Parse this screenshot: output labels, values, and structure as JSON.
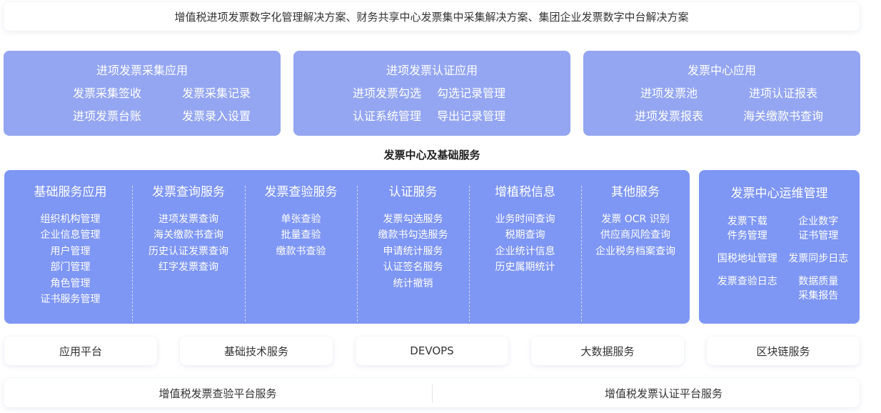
{
  "header": {
    "text": "增值税进项发票数字化管理解决方案、财务共享中心发票集中采集解决方案、集团企业发票数字中台解决方案"
  },
  "top_panels": [
    {
      "title": "进项发票采集应用",
      "items": [
        "发票采集签收",
        "发票采集记录",
        "进项发票台账",
        "发票录入设置"
      ]
    },
    {
      "title": "进项发票认证应用",
      "items": [
        "进项发票勾选",
        "勾选记录管理",
        "认证系统管理",
        "导出记录管理"
      ]
    },
    {
      "title": "发票中心应用",
      "items": [
        "进项发票池",
        "进项认证报表",
        "进项发票报表",
        "海关缴款书查询"
      ]
    }
  ],
  "section_title": "发票中心及基础服务",
  "services": [
    {
      "title": "基础服务应用",
      "items": [
        "组织机构管理",
        "企业信息管理",
        "用户管理",
        "部门管理",
        "角色管理",
        "证书服务管理"
      ]
    },
    {
      "title": "发票查询服务",
      "items": [
        "进项发票查询",
        "海关缴款书查询",
        "历史认证发票查询",
        "红字发票查询"
      ]
    },
    {
      "title": "发票查验服务",
      "items": [
        "单张查验",
        "批量查验",
        "缴款书查验"
      ]
    },
    {
      "title": "认证服务",
      "items": [
        "发票勾选服务",
        "缴款书勾选服务",
        "申请统计服务",
        "认证签名服务",
        "统计撤销"
      ]
    },
    {
      "title": "增植税信息",
      "items": [
        "业务时间查询",
        "税期查询",
        "企业统计信息",
        "历史属期统计"
      ]
    },
    {
      "title": "其他服务",
      "items": [
        "发票 OCR 识别",
        "供应商风险查询",
        "企业税务档案查询"
      ]
    }
  ],
  "ops": {
    "title": "发票中心运维管理",
    "items": [
      [
        "发票下载",
        "件务管理"
      ],
      [
        "企业数字",
        "证书管理"
      ],
      [
        "国税地址管理"
      ],
      [
        "发票同步日志"
      ],
      [
        "发票查验日志"
      ],
      [
        "数据质量",
        "采集报告"
      ]
    ]
  },
  "platforms": [
    "应用平台",
    "基础技术服务",
    "DEVOPS",
    "大数据服务",
    "区块链服务"
  ],
  "bottom": [
    "增值税发票查验平台服务",
    "增值税发票认证平台服务"
  ]
}
